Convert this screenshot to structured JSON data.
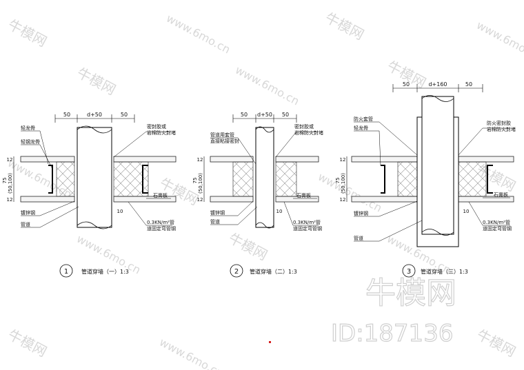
{
  "watermark": {
    "brand": "牛模网",
    "url": "www.6mo.cn",
    "id_text": "ID:187136"
  },
  "details": [
    {
      "number": "1",
      "caption": "管道穿墙（一）1:3",
      "dims_top": [
        "50",
        "d+50",
        "50"
      ],
      "dims_left": [
        "12",
        "75",
        "(50,100)",
        "12"
      ],
      "dim_bottom": "10",
      "labels_left": [
        "轻龙骨",
        "轻钢龙骨",
        "镀锌钢",
        "管道"
      ],
      "labels_right": [
        "密封胶或",
        "岩棉防火封堵",
        "石膏板",
        "0.3KN/m²管",
        "道固定弯管钢"
      ]
    },
    {
      "number": "2",
      "caption": "管道穿墙（二）1:3",
      "dims_top": [
        "50",
        "d+50",
        "50"
      ],
      "dims_left": [
        "12",
        "75",
        "(50,100)",
        "12"
      ],
      "dim_bottom": "10",
      "labels_left": [
        "管道用套管",
        "直接粘接密封",
        "镀锌钢",
        "管道"
      ],
      "labels_right": [
        "密封胶或",
        "岩棉防火封堵",
        "石膏板",
        "0.3KN/m²管",
        "道固定弯管钢"
      ]
    },
    {
      "number": "3",
      "caption": "管道穿墙（三）1:3",
      "dims_top": [
        "50",
        "d+160",
        "50"
      ],
      "dims_left": [
        "12",
        "75",
        "(50,100)",
        "12"
      ],
      "dim_bottom": "10",
      "labels_left": [
        "防火套管",
        "轻龙骨",
        "镀锌钢",
        "管道"
      ],
      "labels_right": [
        "防火密封胶",
        "岩棉防火封堵",
        "石膏板",
        "0.3KN/m²管",
        "道固定弯管钢"
      ]
    }
  ]
}
